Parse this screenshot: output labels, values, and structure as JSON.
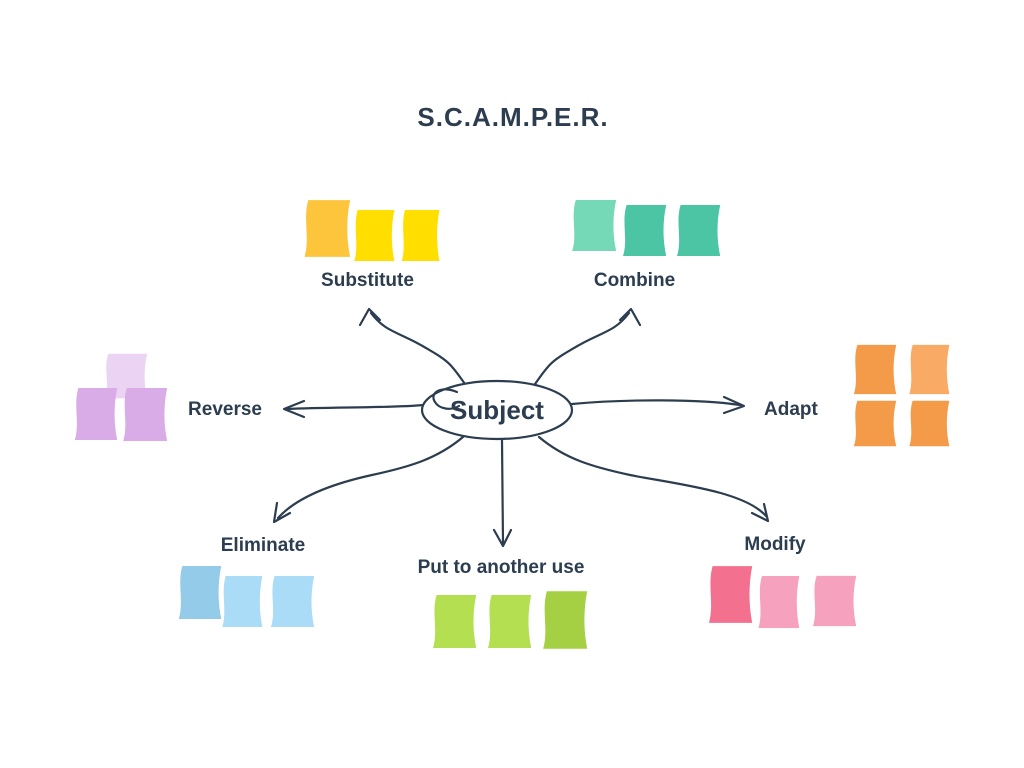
{
  "title": "S.C.A.M.P.E.R.",
  "center": {
    "label": "Subject"
  },
  "ink_color": "#2c3d4f",
  "background_color": "#ffffff",
  "branches": [
    {
      "id": "substitute",
      "label": "Substitute",
      "notes": [
        "#fdc53c",
        "#ffde00",
        "#ffde00"
      ]
    },
    {
      "id": "combine",
      "label": "Combine",
      "notes": [
        "#75d9b8",
        "#4cc5a4",
        "#4cc5a4"
      ]
    },
    {
      "id": "reverse",
      "label": "Reverse",
      "notes": [
        "#ead3f3",
        "#d9ace8",
        "#d9ace8"
      ]
    },
    {
      "id": "adapt",
      "label": "Adapt",
      "notes": [
        "#f49b49",
        "#f9aa64",
        "#f49b49",
        "#f49b49"
      ]
    },
    {
      "id": "eliminate",
      "label": "Eliminate",
      "notes": [
        "#93cbe9",
        "#abdcf7",
        "#abdcf7"
      ]
    },
    {
      "id": "put",
      "label": "Put to another use",
      "notes": [
        "#b4df51",
        "#b4df51",
        "#a6d044"
      ]
    },
    {
      "id": "modify",
      "label": "Modify",
      "notes": [
        "#f4708f",
        "#f6a1bd",
        "#f6a1bd"
      ]
    }
  ]
}
